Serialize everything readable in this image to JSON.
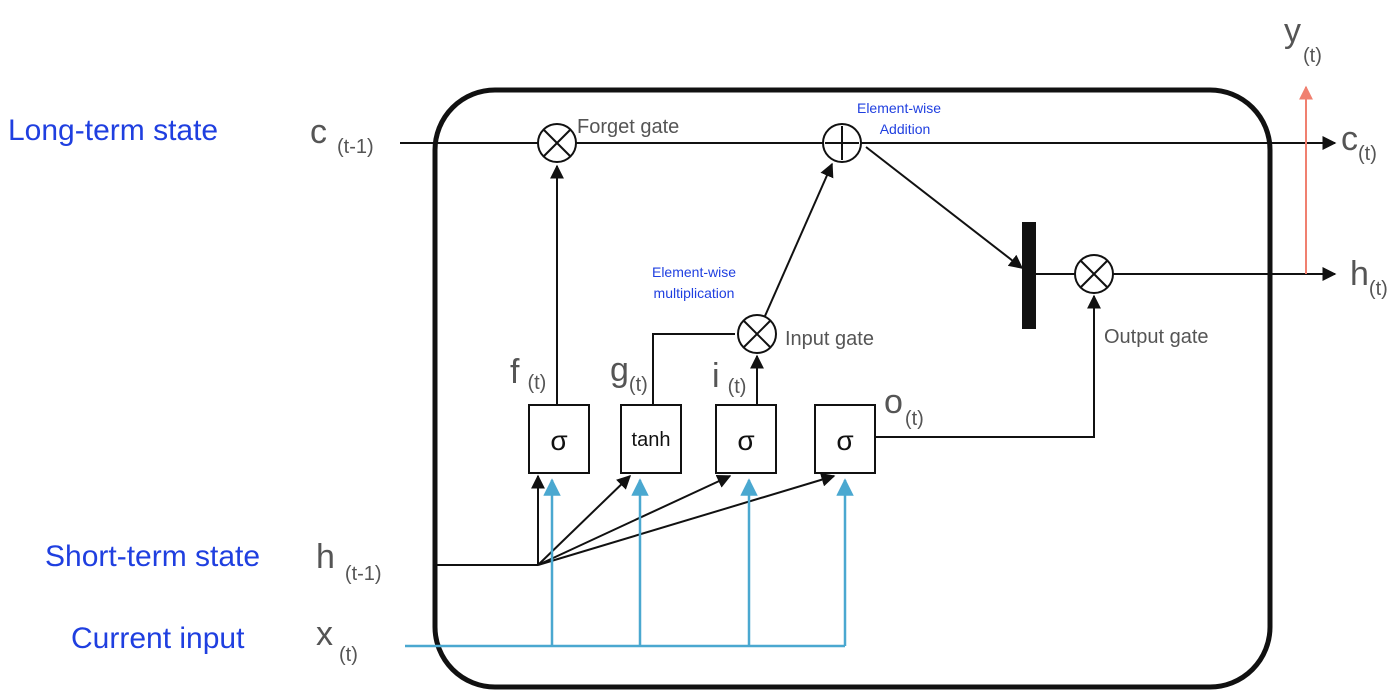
{
  "labels": {
    "long_term_state": "Long-term state",
    "short_term_state": "Short-term state",
    "current_input": "Current input"
  },
  "variables": {
    "c_prev": {
      "main": "c",
      "sub": "(t-1)"
    },
    "h_prev": {
      "main": "h",
      "sub": "(t-1)"
    },
    "x_t": {
      "main": "x",
      "sub": "(t)"
    },
    "y_t": {
      "main": "y",
      "sub": "(t)"
    },
    "c_t": {
      "main": "c",
      "sub": "(t)"
    },
    "h_t": {
      "main": "h",
      "sub": "(t)"
    },
    "f_t": {
      "main": "f",
      "sub": "(t)"
    },
    "g_t": {
      "main": "g",
      "sub": "(t)"
    },
    "i_t": {
      "main": "i",
      "sub": "(t)"
    },
    "o_t": {
      "main": "o",
      "sub": "(t)"
    }
  },
  "gates": {
    "forget": "Forget gate",
    "input": "Input gate",
    "output": "Output gate"
  },
  "notes": {
    "addition_line1": "Element-wise",
    "addition_line2": "Addition",
    "multiplication_line1": "Element-wise",
    "multiplication_line2": "multiplication"
  },
  "boxes": {
    "sigma_forget": "σ",
    "tanh": "tanh",
    "sigma_input": "σ",
    "sigma_output": "σ"
  },
  "colors": {
    "label_blue": "#1f3fe0",
    "input_line": "#4aa8d0",
    "output_arrow": "#f08070",
    "stroke": "#111111",
    "var_text": "#555555"
  }
}
